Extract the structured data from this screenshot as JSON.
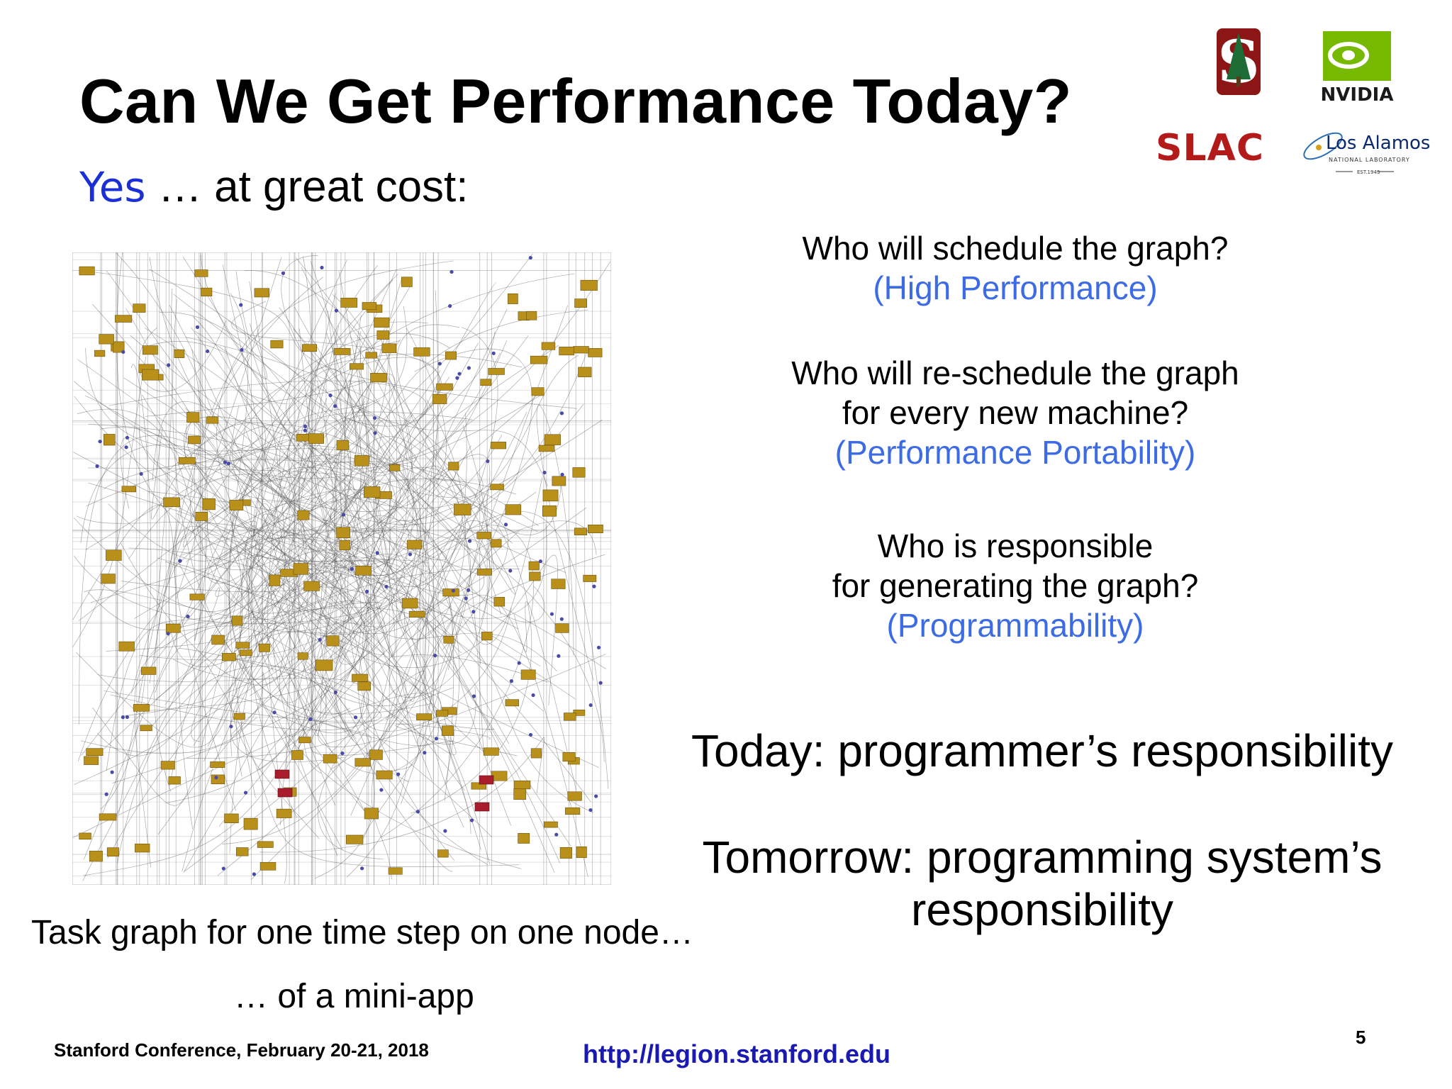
{
  "slide": {
    "title": "Can We Get Performance Today?",
    "subtitle_yes": "Yes",
    "subtitle_rest": " … at great cost:",
    "q1_line1": "Who will schedule the graph?",
    "q1_tag": "(High Performance)",
    "q2_line1": "Who will re-schedule the graph",
    "q2_line2": "for every new machine?",
    "q2_tag": "(Performance Portability)",
    "q3_line1": "Who is responsible",
    "q3_line2": "for generating the graph?",
    "q3_tag": "(Programmability)",
    "today": "Today: programmer’s responsibility",
    "tomorrow_line1": "Tomorrow: programming system’s",
    "tomorrow_line2": "responsibility",
    "caption_line1": "Task graph for one time step on one node…",
    "caption_line2": "… of a mini-app"
  },
  "logos": {
    "stanford": "S",
    "nvidia": "NVIDIA",
    "slac": "SLAC",
    "los_alamos": "Los Alamos",
    "los_alamos_sub": "NATIONAL LABORATORY",
    "los_alamos_est": "EST.1943"
  },
  "footer": {
    "conference": "Stanford Conference, February 20-21, 2018",
    "url": "http://legion.stanford.edu",
    "page_number": "5"
  },
  "colors": {
    "accent_blue": "#3d6be3",
    "yes_blue": "#1a2fd6",
    "url_blue": "#1a1ab0",
    "task_node": "#b8901a",
    "task_node_hot": "#a81c2c",
    "stanford_red": "#8c1515",
    "nvidia_green": "#76b900",
    "slac_red": "#b31b1b"
  }
}
